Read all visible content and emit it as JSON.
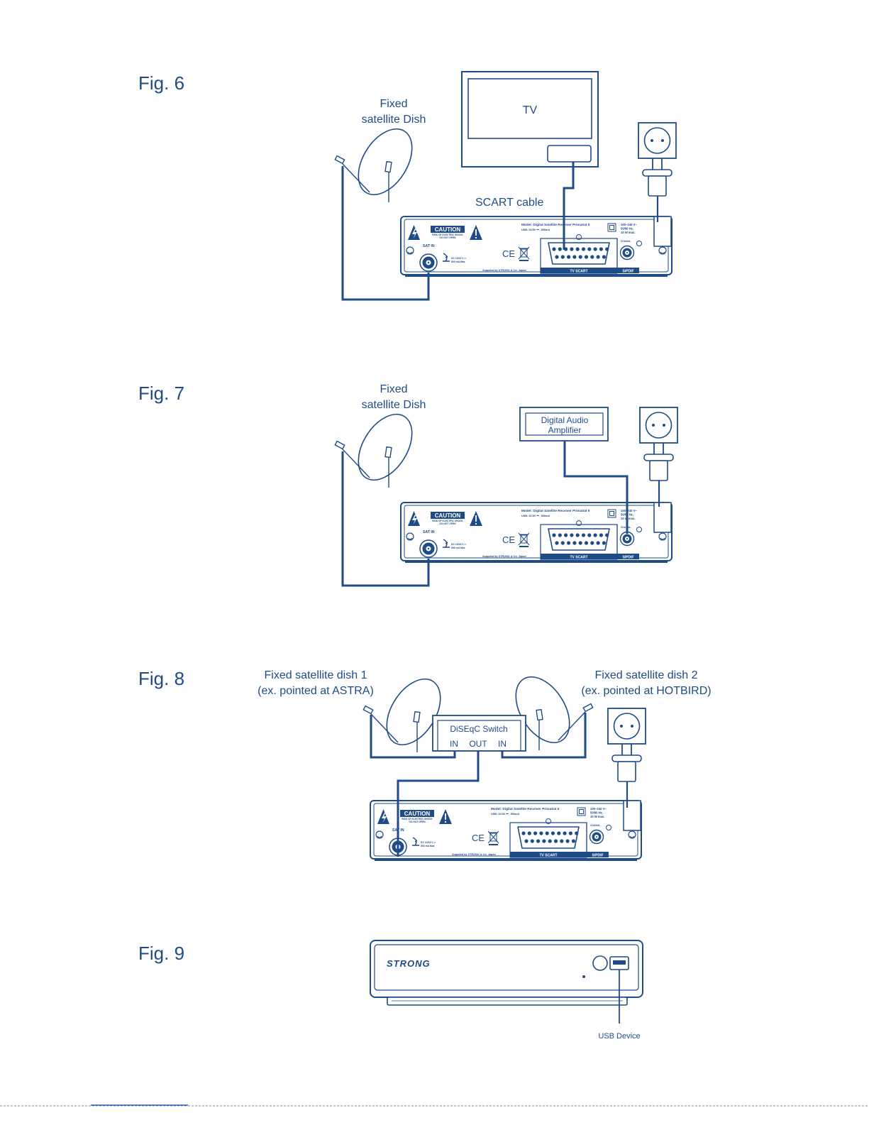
{
  "colors": {
    "ink": "#1f4b87",
    "page_bg": "#ffffff",
    "footer_rule": "#888888",
    "footer_accent": "#2a5fb0"
  },
  "fig6": {
    "label": "Fig. 6",
    "dish_label": [
      "Fixed",
      "satellite Dish"
    ],
    "tv_label": "TV",
    "cable_label": "SCART cable"
  },
  "fig7": {
    "label": "Fig. 7",
    "dish_label": [
      "Fixed",
      "satellite Dish"
    ],
    "amplifier_label": [
      "Digital Audio",
      "Amplifier"
    ]
  },
  "fig8": {
    "label": "Fig. 8",
    "dish1_label": [
      "Fixed satellite dish 1",
      "(ex. pointed at ASTRA)"
    ],
    "dish2_label": [
      "Fixed satellite dish 2",
      "(ex. pointed at HOTBIRD)"
    ],
    "switch_title": "DiSEqC Switch",
    "switch_ports": [
      "IN",
      "OUT",
      "IN"
    ]
  },
  "fig9": {
    "label": "Fig. 9",
    "brand": "STRONG",
    "usb_label": "USB Device"
  },
  "receiver_panel": {
    "caution": "CAUTION",
    "caution_sub": [
      "RISK OF ELECTRIC SHOCK",
      "DO NOT OPEN"
    ],
    "model": "Model: Digital Satellite Receiver PrimaSat II",
    "usb": "USB: DC5V ⎓ , 500mA",
    "power": [
      "100~240 V~",
      "50/60 Hz,",
      "10 W max."
    ],
    "sat_in": "SAT IN",
    "lnb_power": [
      "DC 13/18 V ⎓",
      "500 mA Max"
    ],
    "ce": "CE",
    "supplied_by": "Supplied by STRONG & Co. Japan",
    "scart": "TV SCART",
    "coaxial": "COAXIAL",
    "spdif": "S/PDIF"
  }
}
